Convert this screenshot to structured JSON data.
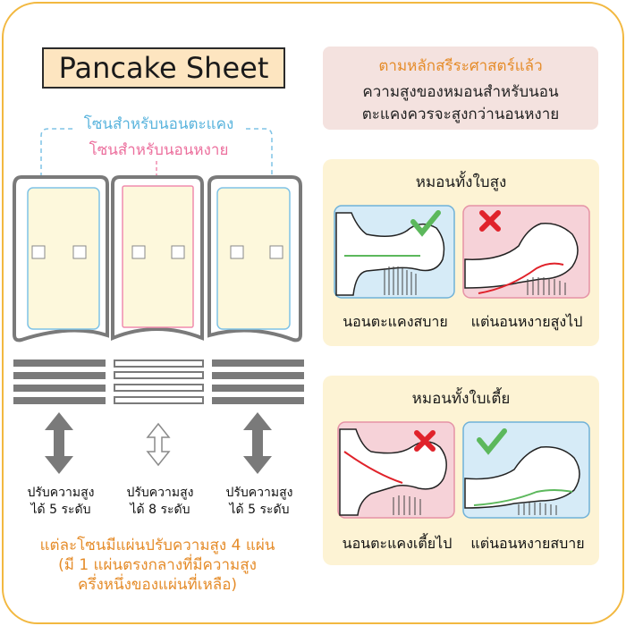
{
  "title": "Pancake Sheet",
  "principle": {
    "heading": "ตามหลักสรีระศาสตร์แล้ว",
    "line1": "ความสูงของหมอนสำหรับนอน",
    "line2": "ตะแคงควรจะสูงกว่านอนหงาย"
  },
  "zones": {
    "side_label": "โซนสำหรับนอนตะแคง",
    "back_label": "โซนสำหรับนอนหงาย"
  },
  "adjust": [
    {
      "line1": "ปรับความสูง",
      "line2": "ได้ 5 ระดับ"
    },
    {
      "line1": "ปรับความสูง",
      "line2": "ได้ 8 ระดับ"
    },
    {
      "line1": "ปรับความสูง",
      "line2": "ได้ 5 ระดับ"
    }
  ],
  "note": {
    "line1": "แต่ละโซนมีแผ่นปรับความสูง 4 แผ่น",
    "line2": "(มี 1 แผ่นตรงกลางที่มีความสูง",
    "line3": "ครึ่งหนึ่งของแผ่นที่เหลือ)"
  },
  "high_card": {
    "heading": "หมอนทั้งใบสูง",
    "left_caption": "นอนตะแคงสบาย",
    "right_caption": "แต่นอนหงายสูงไป"
  },
  "low_card": {
    "heading": "หมอนทั้งใบเตี้ย",
    "left_caption": "นอนตะแคงเตี้ยไป",
    "right_caption": "แต่นอนหงายสบาย"
  },
  "colors": {
    "accent": "#e58c2a",
    "frame": "#f2b840",
    "side_zone": "#7fc3e6",
    "back_zone": "#f08cae",
    "check": "#5cb85c",
    "cross": "#e0222a"
  }
}
